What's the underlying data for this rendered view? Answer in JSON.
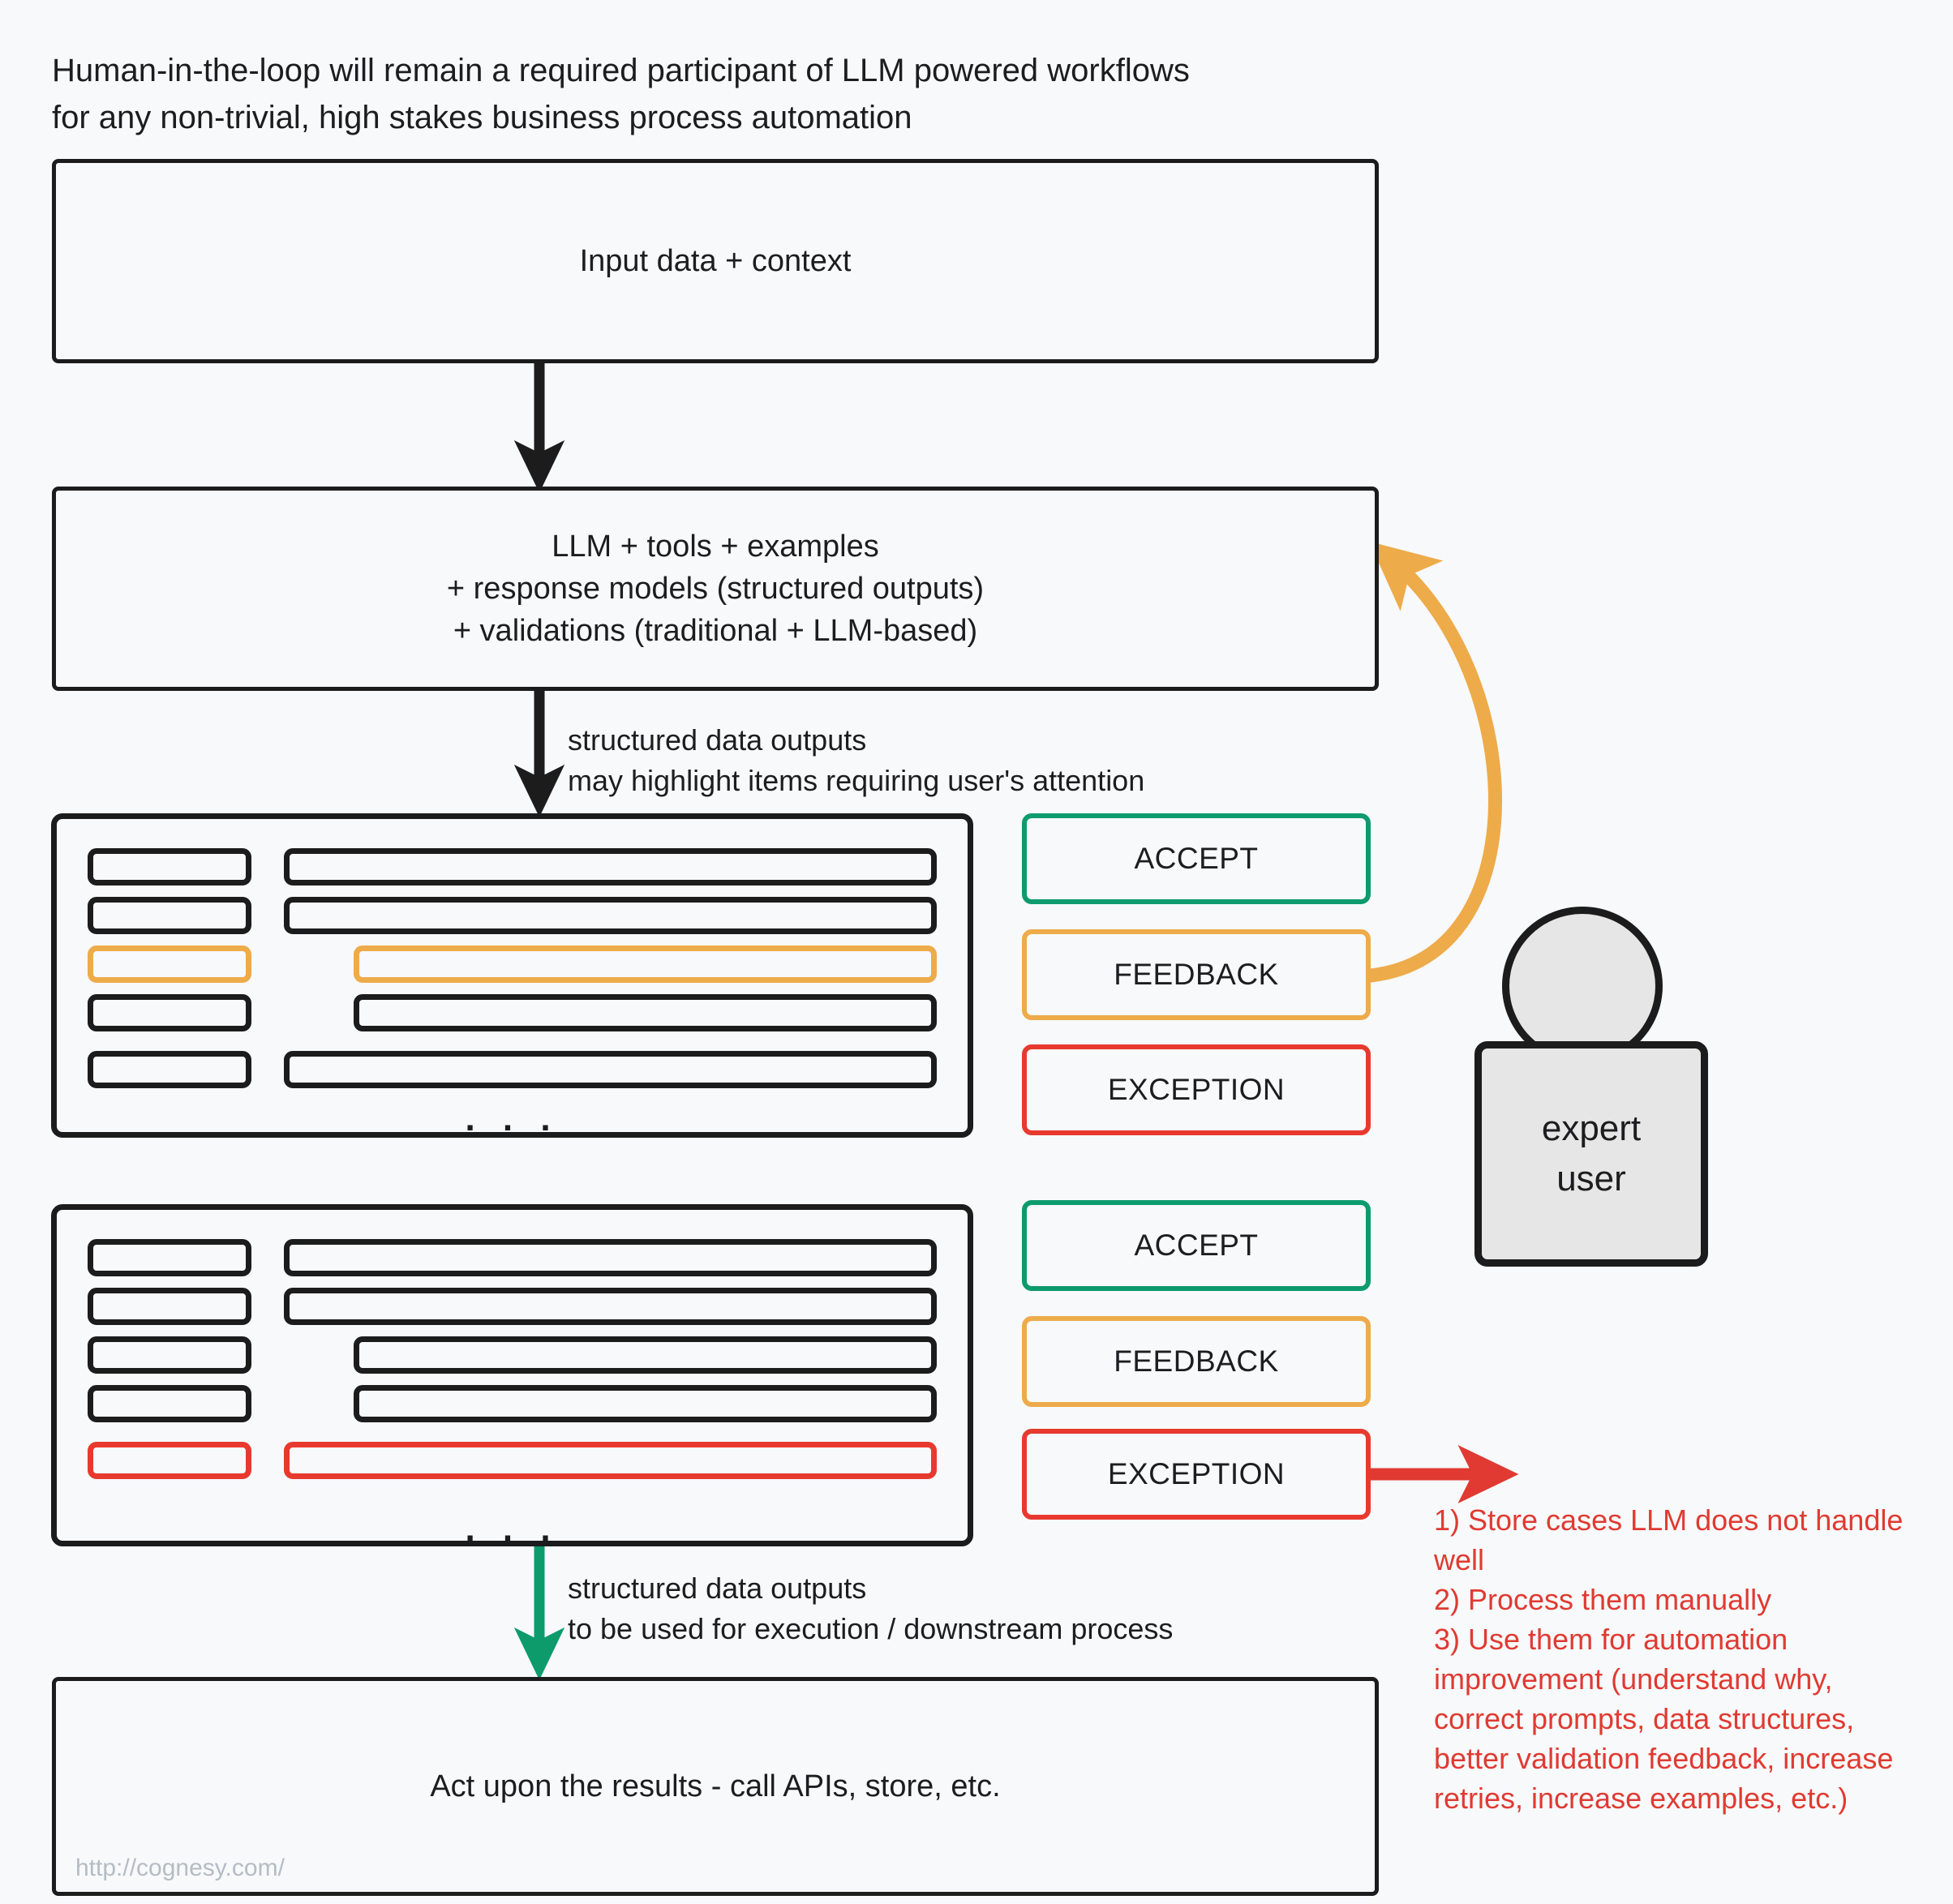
{
  "title": "Human-in-the-loop will remain a required participant of LLM powered workflows\nfor any non-trivial, high stakes business process automation",
  "stages": {
    "input": "Input data + context",
    "llm": "LLM + tools + examples\n+ response models (structured outputs)\n+ validations (traditional + LLM-based)",
    "act": "Act upon the results - call APIs, store, etc."
  },
  "watermark": "http://cognesy.com/",
  "edge_labels": {
    "llm_to_panel": "structured data outputs\nmay highlight items requiring user's attention",
    "panel_to_act": "structured data outputs\nto be used for execution / downstream process"
  },
  "panels": [
    {
      "name": "panel-1",
      "ellipsis": ". . .",
      "rows": [
        {
          "label_state": "normal",
          "value_state": "normal",
          "value_width": "full"
        },
        {
          "label_state": "normal",
          "value_state": "normal",
          "value_width": "full"
        },
        {
          "label_state": "amber",
          "value_state": "amber",
          "value_width": "indent"
        },
        {
          "label_state": "normal",
          "value_state": "normal",
          "value_width": "indent"
        },
        {
          "label_state": "normal",
          "value_state": "normal",
          "value_width": "full"
        }
      ]
    },
    {
      "name": "panel-2",
      "ellipsis": ". . .",
      "rows": [
        {
          "label_state": "normal",
          "value_state": "normal",
          "value_width": "full"
        },
        {
          "label_state": "normal",
          "value_state": "normal",
          "value_width": "full"
        },
        {
          "label_state": "normal",
          "value_state": "normal",
          "value_width": "indent"
        },
        {
          "label_state": "normal",
          "value_state": "normal",
          "value_width": "indent"
        },
        {
          "label_state": "red",
          "value_state": "red",
          "value_width": "full"
        }
      ]
    }
  ],
  "actions": {
    "group_1": [
      {
        "label": "ACCEPT",
        "variant": "accept"
      },
      {
        "label": "FEEDBACK",
        "variant": "feedback"
      },
      {
        "label": "EXCEPTION",
        "variant": "exception"
      }
    ],
    "group_2": [
      {
        "label": "ACCEPT",
        "variant": "accept"
      },
      {
        "label": "FEEDBACK",
        "variant": "feedback"
      },
      {
        "label": "EXCEPTION",
        "variant": "exception"
      }
    ]
  },
  "expert_user": "expert\nuser",
  "annotation": "1) Store cases LLM does not handle well\n2) Process them manually\n3) Use them for automation improvement (understand why, correct prompts, data structures, better validation feedback, increase retries, increase examples, etc.)",
  "colors": {
    "background": "#f7f9fb",
    "stroke": "#1c1c1c",
    "accept_green": "#0d9b6c",
    "feedback_amber": "#eeab4a",
    "exception_red": "#e8392f",
    "annotation_red": "#e03a32",
    "expert_fill": "#e6e6e6",
    "watermark_grey": "#b5bcc4"
  }
}
